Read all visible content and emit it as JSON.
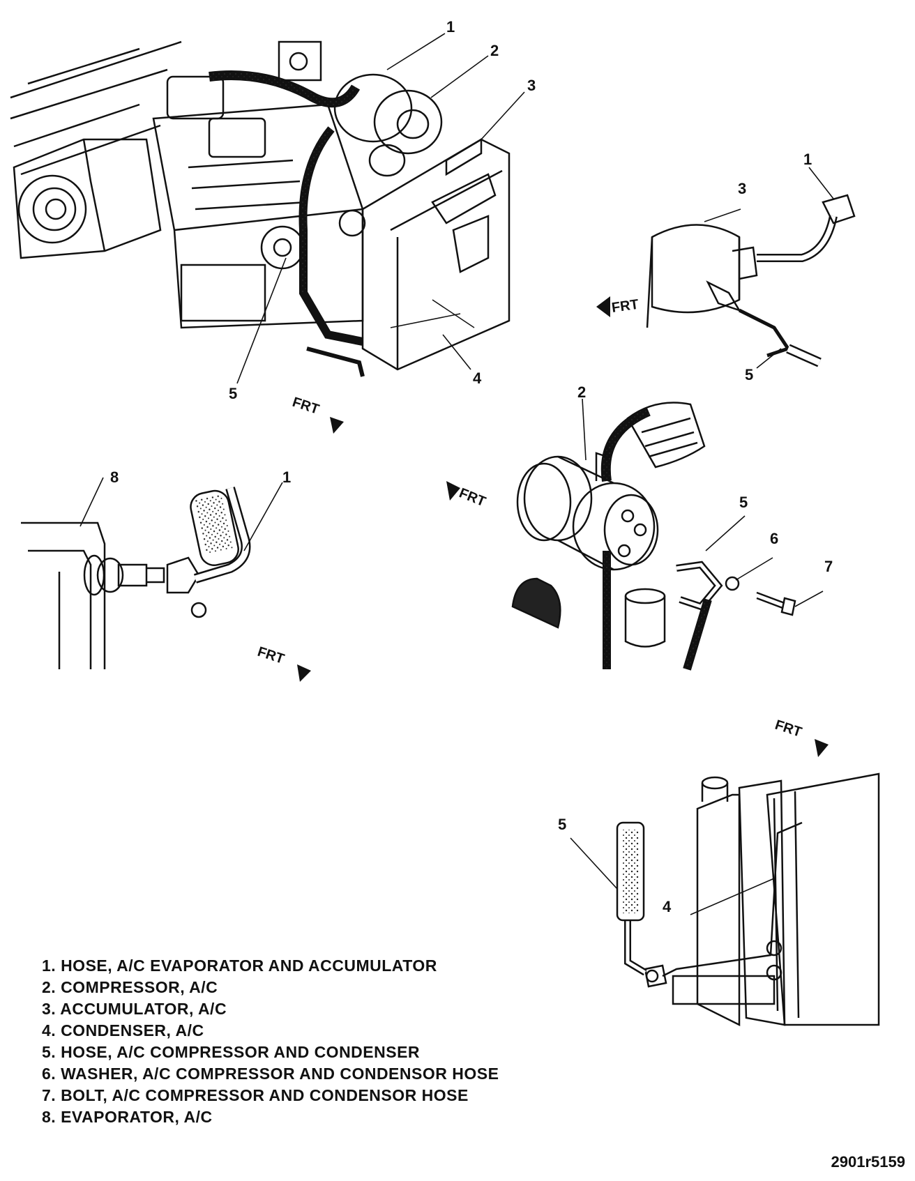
{
  "callouts": {
    "main": [
      "1",
      "2",
      "3",
      "4",
      "5"
    ],
    "accumulator": [
      "1",
      "3",
      "5"
    ],
    "evaporator": [
      "8",
      "1"
    ],
    "compressor": [
      "2",
      "5",
      "6",
      "7"
    ],
    "condenser": [
      "5",
      "4"
    ]
  },
  "frt_label": "FRT",
  "legend": [
    "1. HOSE, A/C EVAPORATOR AND ACCUMULATOR",
    "2. COMPRESSOR, A/C",
    "3. ACCUMULATOR, A/C",
    "4. CONDENSER, A/C",
    "5. HOSE, A/C COMPRESSOR AND CONDENSER",
    "6. WASHER, A/C COMPRESSOR AND CONDENSOR HOSE",
    "7. BOLT, A/C COMPRESSOR AND CONDENSOR HOSE",
    "8. EVAPORATOR, A/C"
  ],
  "figure_code": "2901r5159"
}
